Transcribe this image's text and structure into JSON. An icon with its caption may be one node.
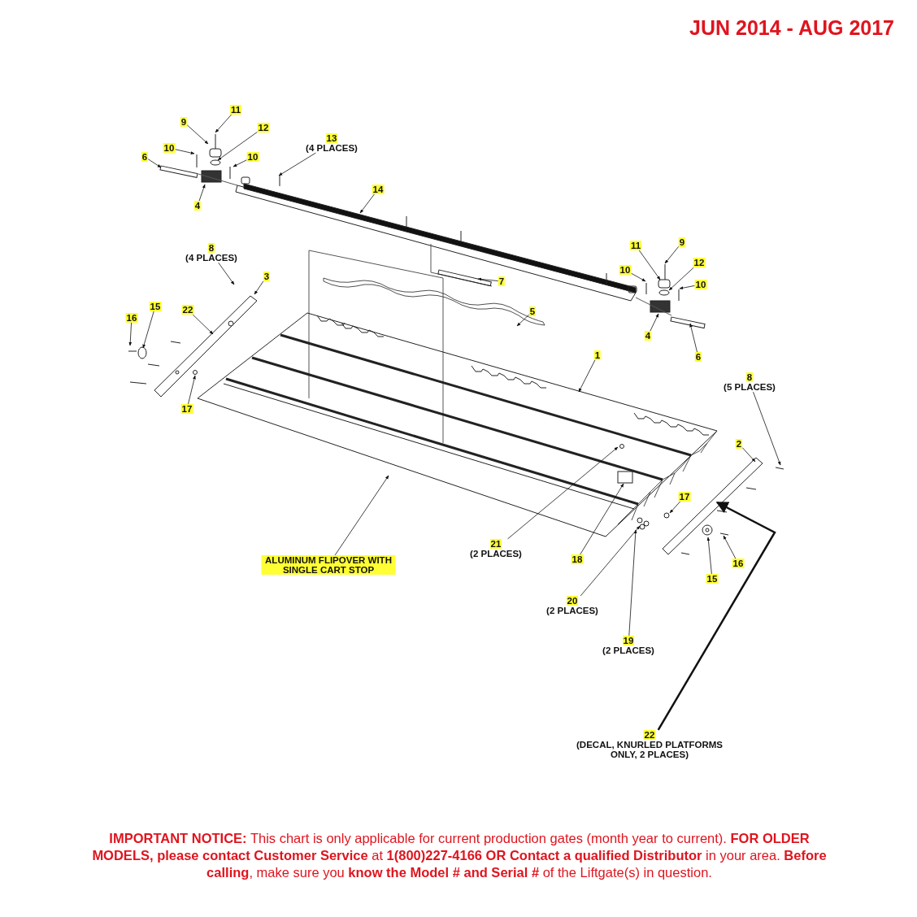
{
  "diagram": {
    "title": "JUN 2014 - AUG 2017",
    "nodes": [
      {
        "text": [
          "11"
        ]
      },
      {
        "text": [
          "9"
        ]
      },
      {
        "text": [
          "12"
        ]
      },
      {
        "text": [
          "10"
        ]
      },
      {
        "text": [
          "10"
        ]
      },
      {
        "text": [
          "6"
        ]
      },
      {
        "text": [
          "13",
          "(4 PLACES)"
        ]
      },
      {
        "text": [
          "4"
        ]
      },
      {
        "text": [
          "14"
        ]
      },
      {
        "text": [
          "8",
          "(4 PLACES)"
        ]
      },
      {
        "text": [
          "3"
        ]
      },
      {
        "text": [
          "11"
        ]
      },
      {
        "text": [
          "9"
        ]
      },
      {
        "text": [
          "12"
        ]
      },
      {
        "text": [
          "7"
        ]
      },
      {
        "text": [
          "10"
        ]
      },
      {
        "text": [
          "10"
        ]
      },
      {
        "text": [
          "16"
        ]
      },
      {
        "text": [
          "15"
        ]
      },
      {
        "text": [
          "22"
        ]
      },
      {
        "text": [
          "5"
        ]
      },
      {
        "text": [
          "4"
        ]
      },
      {
        "text": [
          "6"
        ]
      },
      {
        "text": [
          "1"
        ]
      },
      {
        "text": [
          "17"
        ]
      },
      {
        "text": [
          "8",
          "(5 PLACES)"
        ]
      },
      {
        "text": [
          "2"
        ]
      },
      {
        "text": [
          "17"
        ]
      },
      {
        "text": [
          "21",
          "(2 PLACES)"
        ]
      },
      {
        "text": [
          "18"
        ]
      },
      {
        "text": [
          "16"
        ]
      },
      {
        "text": [
          "15"
        ]
      },
      {
        "text": [
          "ALUMINUM FLIPOVER WITH SINGLE CART STOP"
        ]
      },
      {
        "text": [
          "20",
          "(2 PLACES)"
        ]
      },
      {
        "text": [
          "19",
          "(2 PLACES)"
        ]
      },
      {
        "text": [
          "22",
          "(DECAL, KNURLED PLATFORMS ONLY, 2 PLACES)"
        ]
      }
    ],
    "edges": [
      {
        "from": 0,
        "to": null,
        "arrow": "to"
      },
      {
        "from": 1,
        "to": null,
        "arrow": "to"
      },
      {
        "from": 2,
        "to": null,
        "arrow": "to"
      },
      {
        "from": 3,
        "to": null,
        "arrow": "to"
      },
      {
        "from": 4,
        "to": null,
        "arrow": "to"
      },
      {
        "from": 5,
        "to": null,
        "arrow": "to"
      },
      {
        "from": 6,
        "to": null,
        "arrow": "to"
      },
      {
        "from": 7,
        "to": null,
        "arrow": "to"
      },
      {
        "from": 8,
        "to": null,
        "arrow": "to"
      },
      {
        "from": 9,
        "to": null,
        "arrow": "to"
      },
      {
        "from": 10,
        "to": null,
        "arrow": "to"
      },
      {
        "from": 11,
        "to": null,
        "arrow": "to"
      },
      {
        "from": 12,
        "to": null,
        "arrow": "to"
      },
      {
        "from": 13,
        "to": null,
        "arrow": "to"
      },
      {
        "from": 14,
        "to": null,
        "arrow": "to"
      },
      {
        "from": 15,
        "to": null,
        "arrow": "to"
      },
      {
        "from": 16,
        "to": null,
        "arrow": "to"
      },
      {
        "from": 17,
        "to": null,
        "arrow": "to"
      },
      {
        "from": 18,
        "to": null,
        "arrow": "to"
      },
      {
        "from": 19,
        "to": null,
        "arrow": "to"
      },
      {
        "from": 20,
        "to": null,
        "arrow": "to"
      },
      {
        "from": 21,
        "to": null,
        "arrow": "to"
      },
      {
        "from": 22,
        "to": null,
        "arrow": "to"
      },
      {
        "from": 23,
        "to": null,
        "arrow": "to"
      },
      {
        "from": 24,
        "to": null,
        "arrow": "to"
      },
      {
        "from": 25,
        "to": null,
        "arrow": "to"
      },
      {
        "from": 26,
        "to": null,
        "arrow": "to"
      },
      {
        "from": 27,
        "to": null,
        "arrow": "to"
      },
      {
        "from": 28,
        "to": null,
        "arrow": "to"
      },
      {
        "from": 29,
        "to": null,
        "arrow": "to"
      },
      {
        "from": 30,
        "to": null,
        "arrow": "to"
      },
      {
        "from": 31,
        "to": null,
        "arrow": "to"
      },
      {
        "from": 32,
        "to": null,
        "arrow": "to"
      },
      {
        "from": 33,
        "to": null,
        "arrow": "to"
      },
      {
        "from": 34,
        "to": null,
        "arrow": "to"
      },
      {
        "from": 35,
        "to": null,
        "arrow": "to",
        "style": "thick"
      }
    ],
    "labels": [
      "**IMPORTANT NOTICE:** This chart is only applicable for current production gates (month year to current). **FOR OLDER MODELS, please contact Customer Service** at **1(800)227-4166 OR Contact a qualified Distributor** in your area. **Before calling**, make sure you **know the Model # and Serial #** of the Liftgate(s) in question."
    ]
  }
}
